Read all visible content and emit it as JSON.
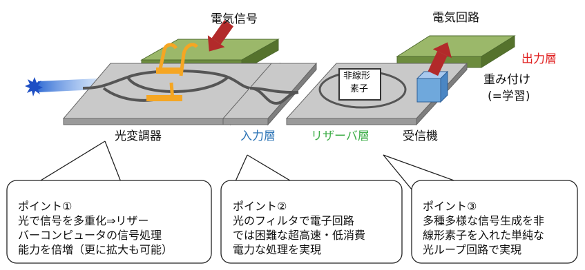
{
  "labels": {
    "electrical_signal": "電気信号",
    "electrical_circuit": "電気回路",
    "output_layer": "出力層",
    "weighting_line1": "重み付け",
    "weighting_line2": "(=学習)",
    "nonlinear_line1": "非線形",
    "nonlinear_line2": "素子",
    "modulator": "光変調器",
    "input_layer": "入力層",
    "reservoir_layer": "リザーバ層",
    "receiver": "受信機"
  },
  "points": [
    {
      "title": "ポイント①",
      "lines": [
        "光で信号を多重化⇒リザー",
        "バーコンピュータの信号処理",
        "能力を倍増（更に拡大も可能）"
      ]
    },
    {
      "title": "ポイント②",
      "lines": [
        "光のフィルタで電子回路",
        "では困難な超高速・低消費",
        "電力な処理を実現"
      ]
    },
    {
      "title": "ポイント③",
      "lines": [
        "多種多様な信号生成を非",
        "線形素子を入れた単純な",
        "光ループ回路で実現"
      ]
    }
  ],
  "colors": {
    "input_layer": "#2e75b6",
    "reservoir_layer": "#3fae49",
    "output_layer": "#e02020",
    "green_board": "#7b9a4a",
    "chip": "#c8c8c8",
    "electrode": "#f5a623",
    "arrow": "#b22a2a",
    "receiver": "#6fa8dc"
  }
}
